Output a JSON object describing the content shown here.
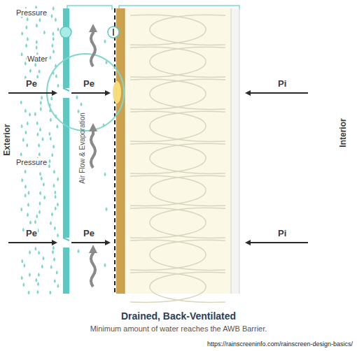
{
  "diagram": {
    "title": "Drained, Back-Ventilated",
    "caption": "Minimum amount of water reaches the AWB Barrier.",
    "labels": [
      "Pressure",
      "Water",
      "Pressure",
      "Exterior",
      "Interior",
      "Pe",
      "Pe",
      "Pe",
      "Pe",
      "Pi",
      "Pi",
      "Air Flow & Evaporation",
      "https://rainscreeninfo.com/rainscreen-design-basics/"
    ]
  }
}
